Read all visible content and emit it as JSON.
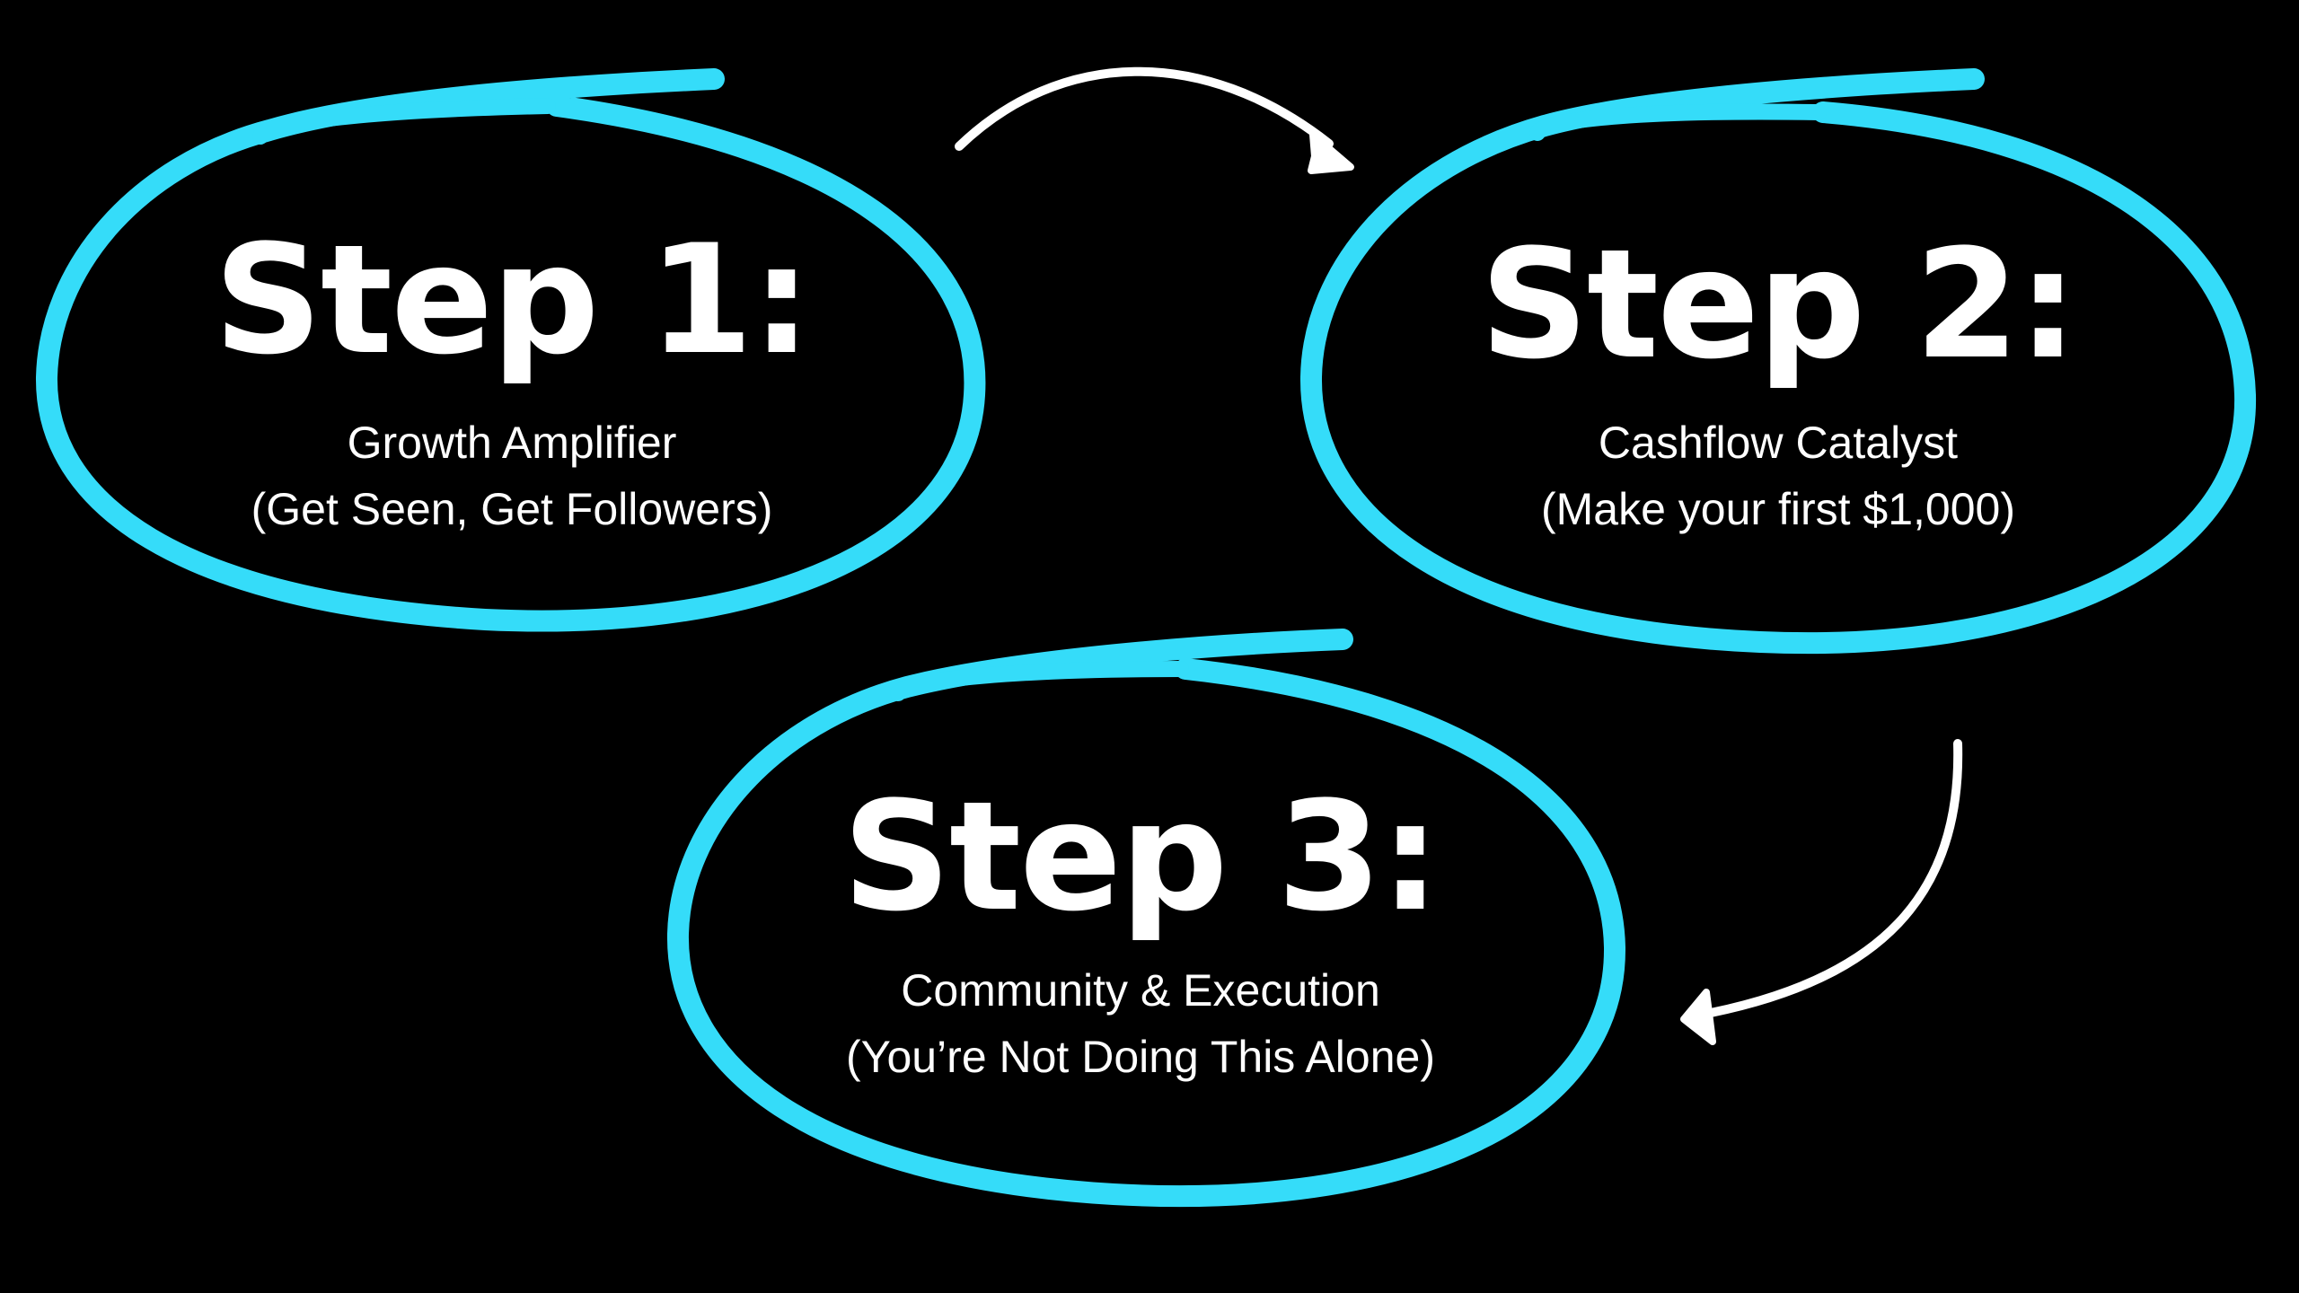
{
  "colors": {
    "background": "#000000",
    "ellipse_stroke": "#35dcf9",
    "arrow": "#ffffff",
    "text": "#ffffff"
  },
  "steps": [
    {
      "title": "Step 1:",
      "line1": "Growth Amplifier",
      "line2": "(Get Seen, Get Followers)"
    },
    {
      "title": "Step 2:",
      "line1": "Cashflow Catalyst",
      "line2": "(Make your first $1,000)"
    },
    {
      "title": "Step 3:",
      "line1": "Community & Execution",
      "line2": "(You’re Not Doing This Alone)"
    }
  ],
  "flow": [
    "step-1 to step-2",
    "step-2 to step-3"
  ]
}
